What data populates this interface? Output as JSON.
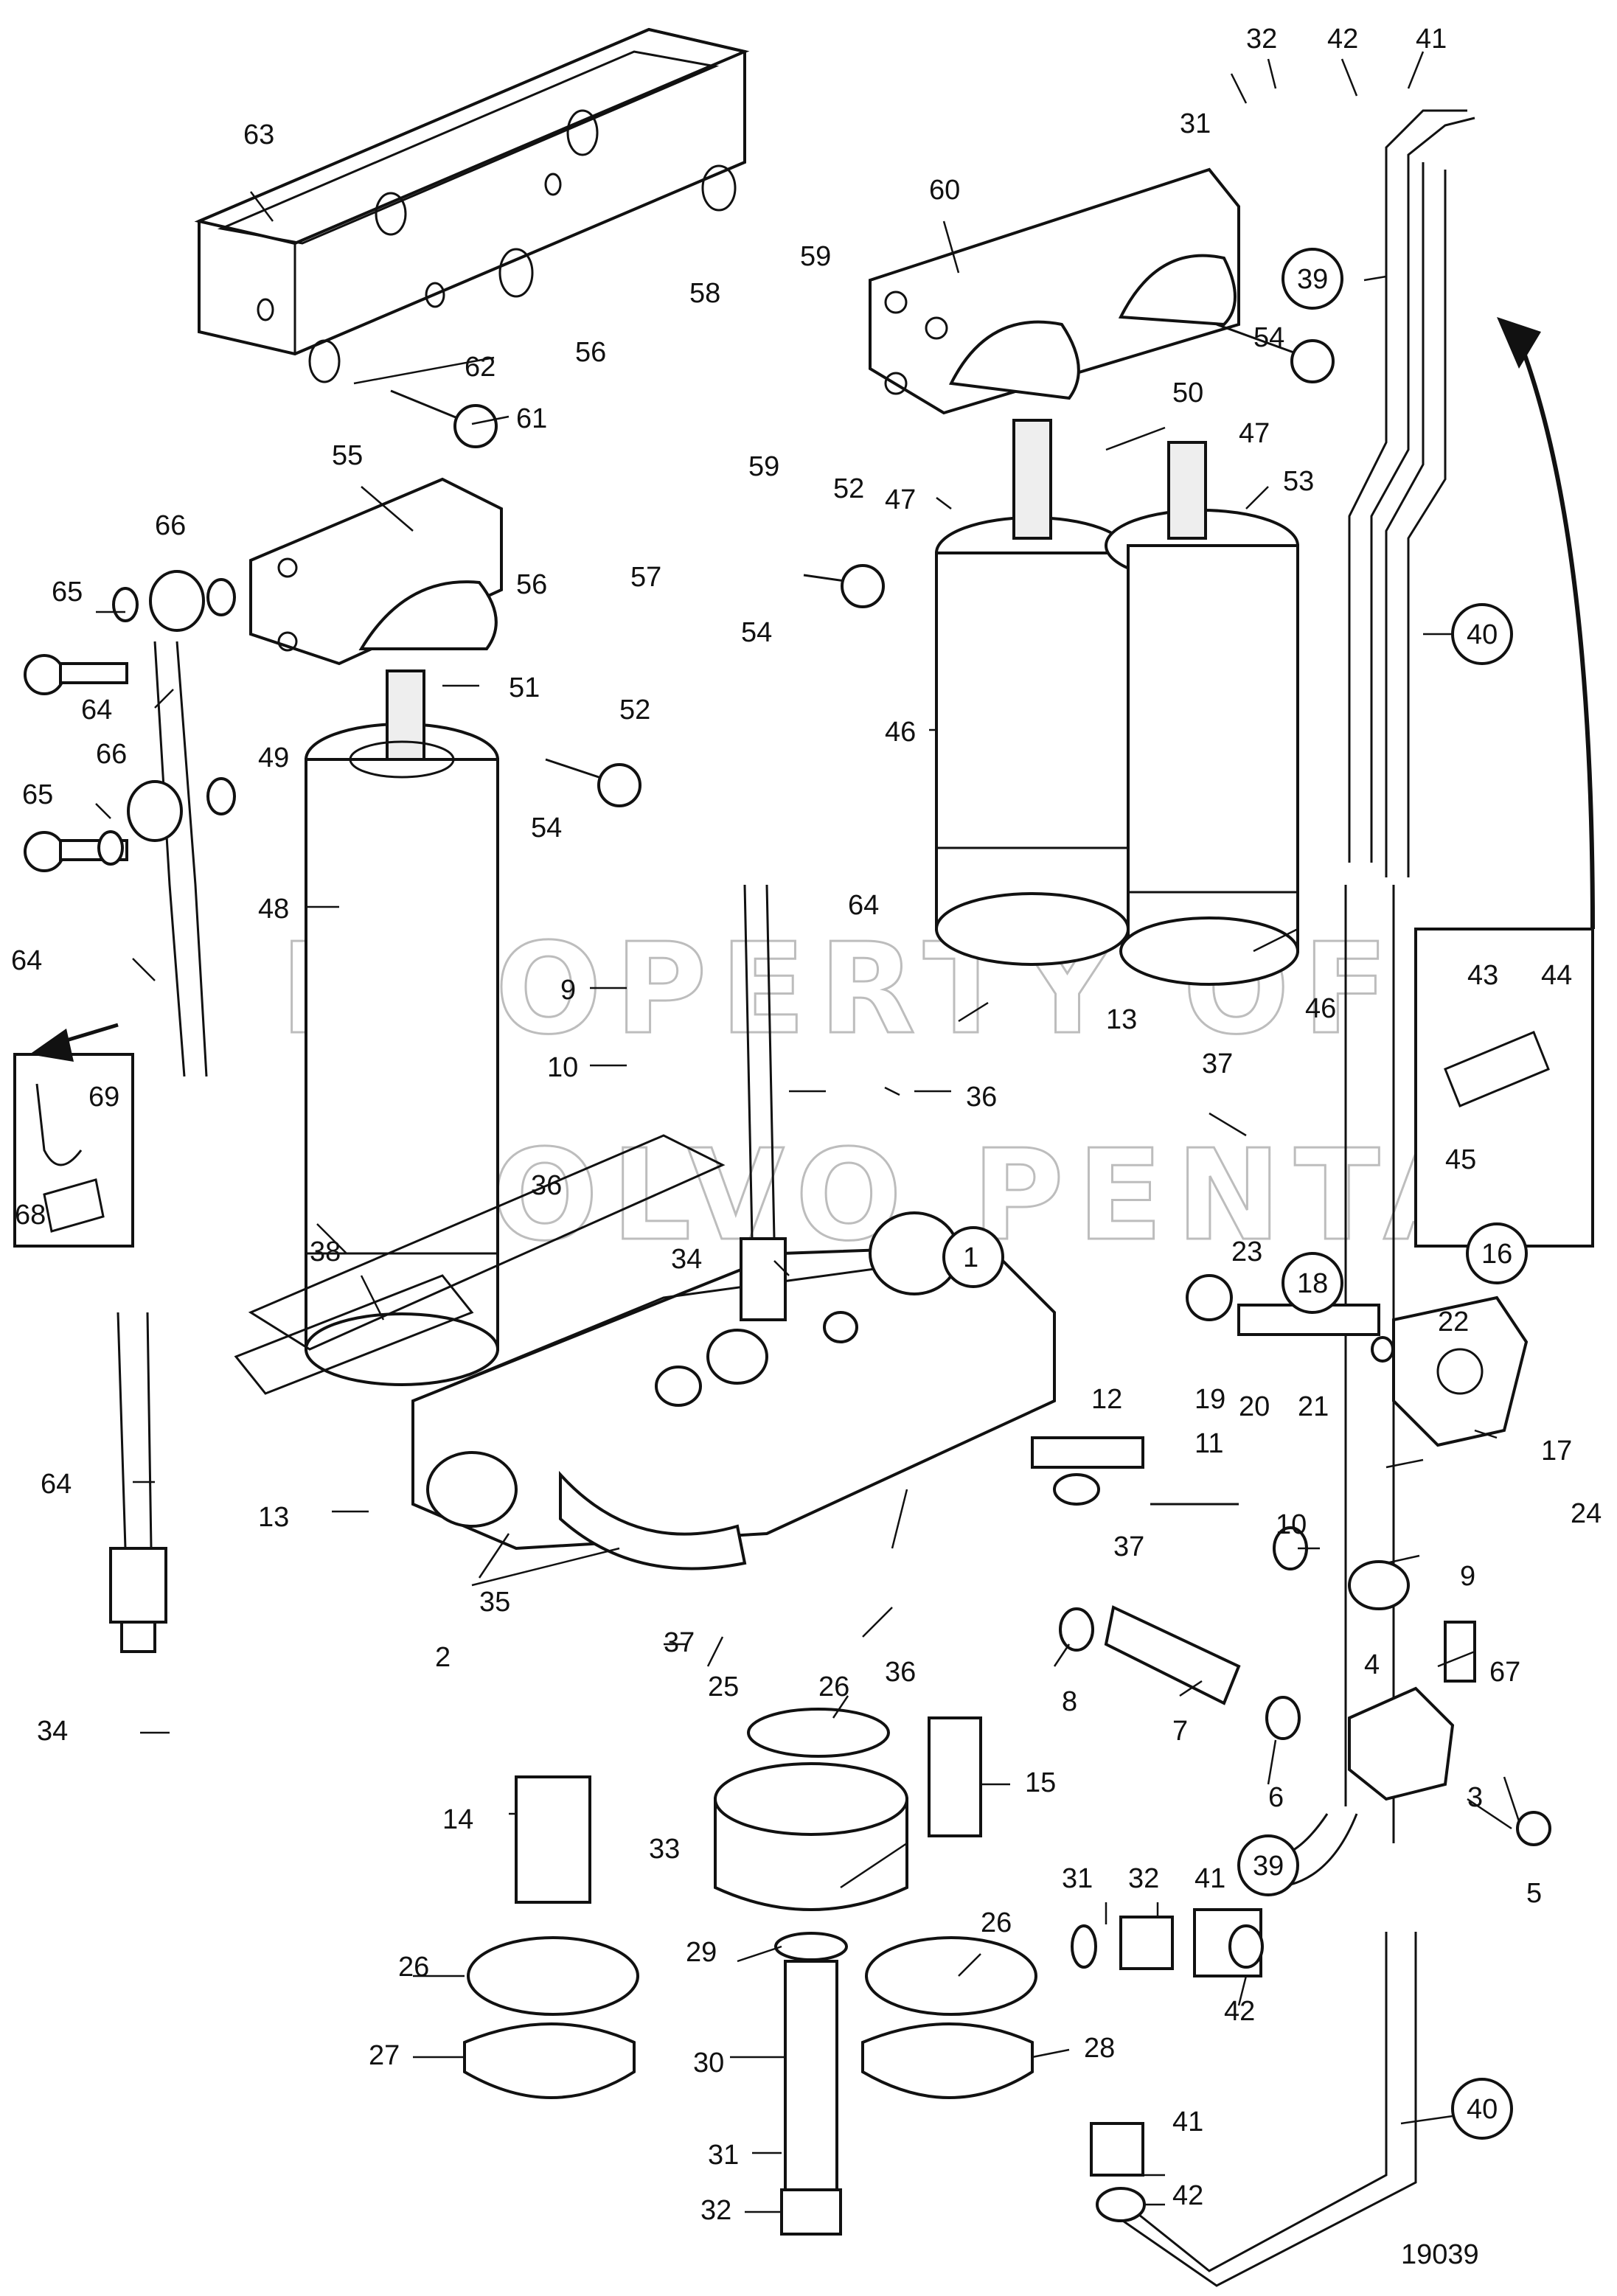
{
  "drawing_number": "19039",
  "watermark": [
    "PROPERTY OF",
    "VOLVO PENTA"
  ],
  "callouts": [
    "1",
    "2",
    "3",
    "4",
    "5",
    "6",
    "7",
    "8",
    "9",
    "10",
    "11",
    "12",
    "13",
    "14",
    "15",
    "16",
    "17",
    "18",
    "19",
    "20",
    "21",
    "22",
    "23",
    "24",
    "25",
    "26",
    "27",
    "28",
    "29",
    "30",
    "31",
    "32",
    "33",
    "34",
    "35",
    "36",
    "37",
    "38",
    "39",
    "40",
    "41",
    "42",
    "43",
    "44",
    "45",
    "46",
    "47",
    "48",
    "49",
    "50",
    "51",
    "52",
    "53",
    "54",
    "55",
    "56",
    "57",
    "58",
    "59",
    "60",
    "61",
    "62",
    "63",
    "64",
    "65",
    "66",
    "67",
    "68",
    "69"
  ],
  "colors": {
    "line": "#111111",
    "watermark": "#bdbdbd",
    "background": "#ffffff"
  }
}
